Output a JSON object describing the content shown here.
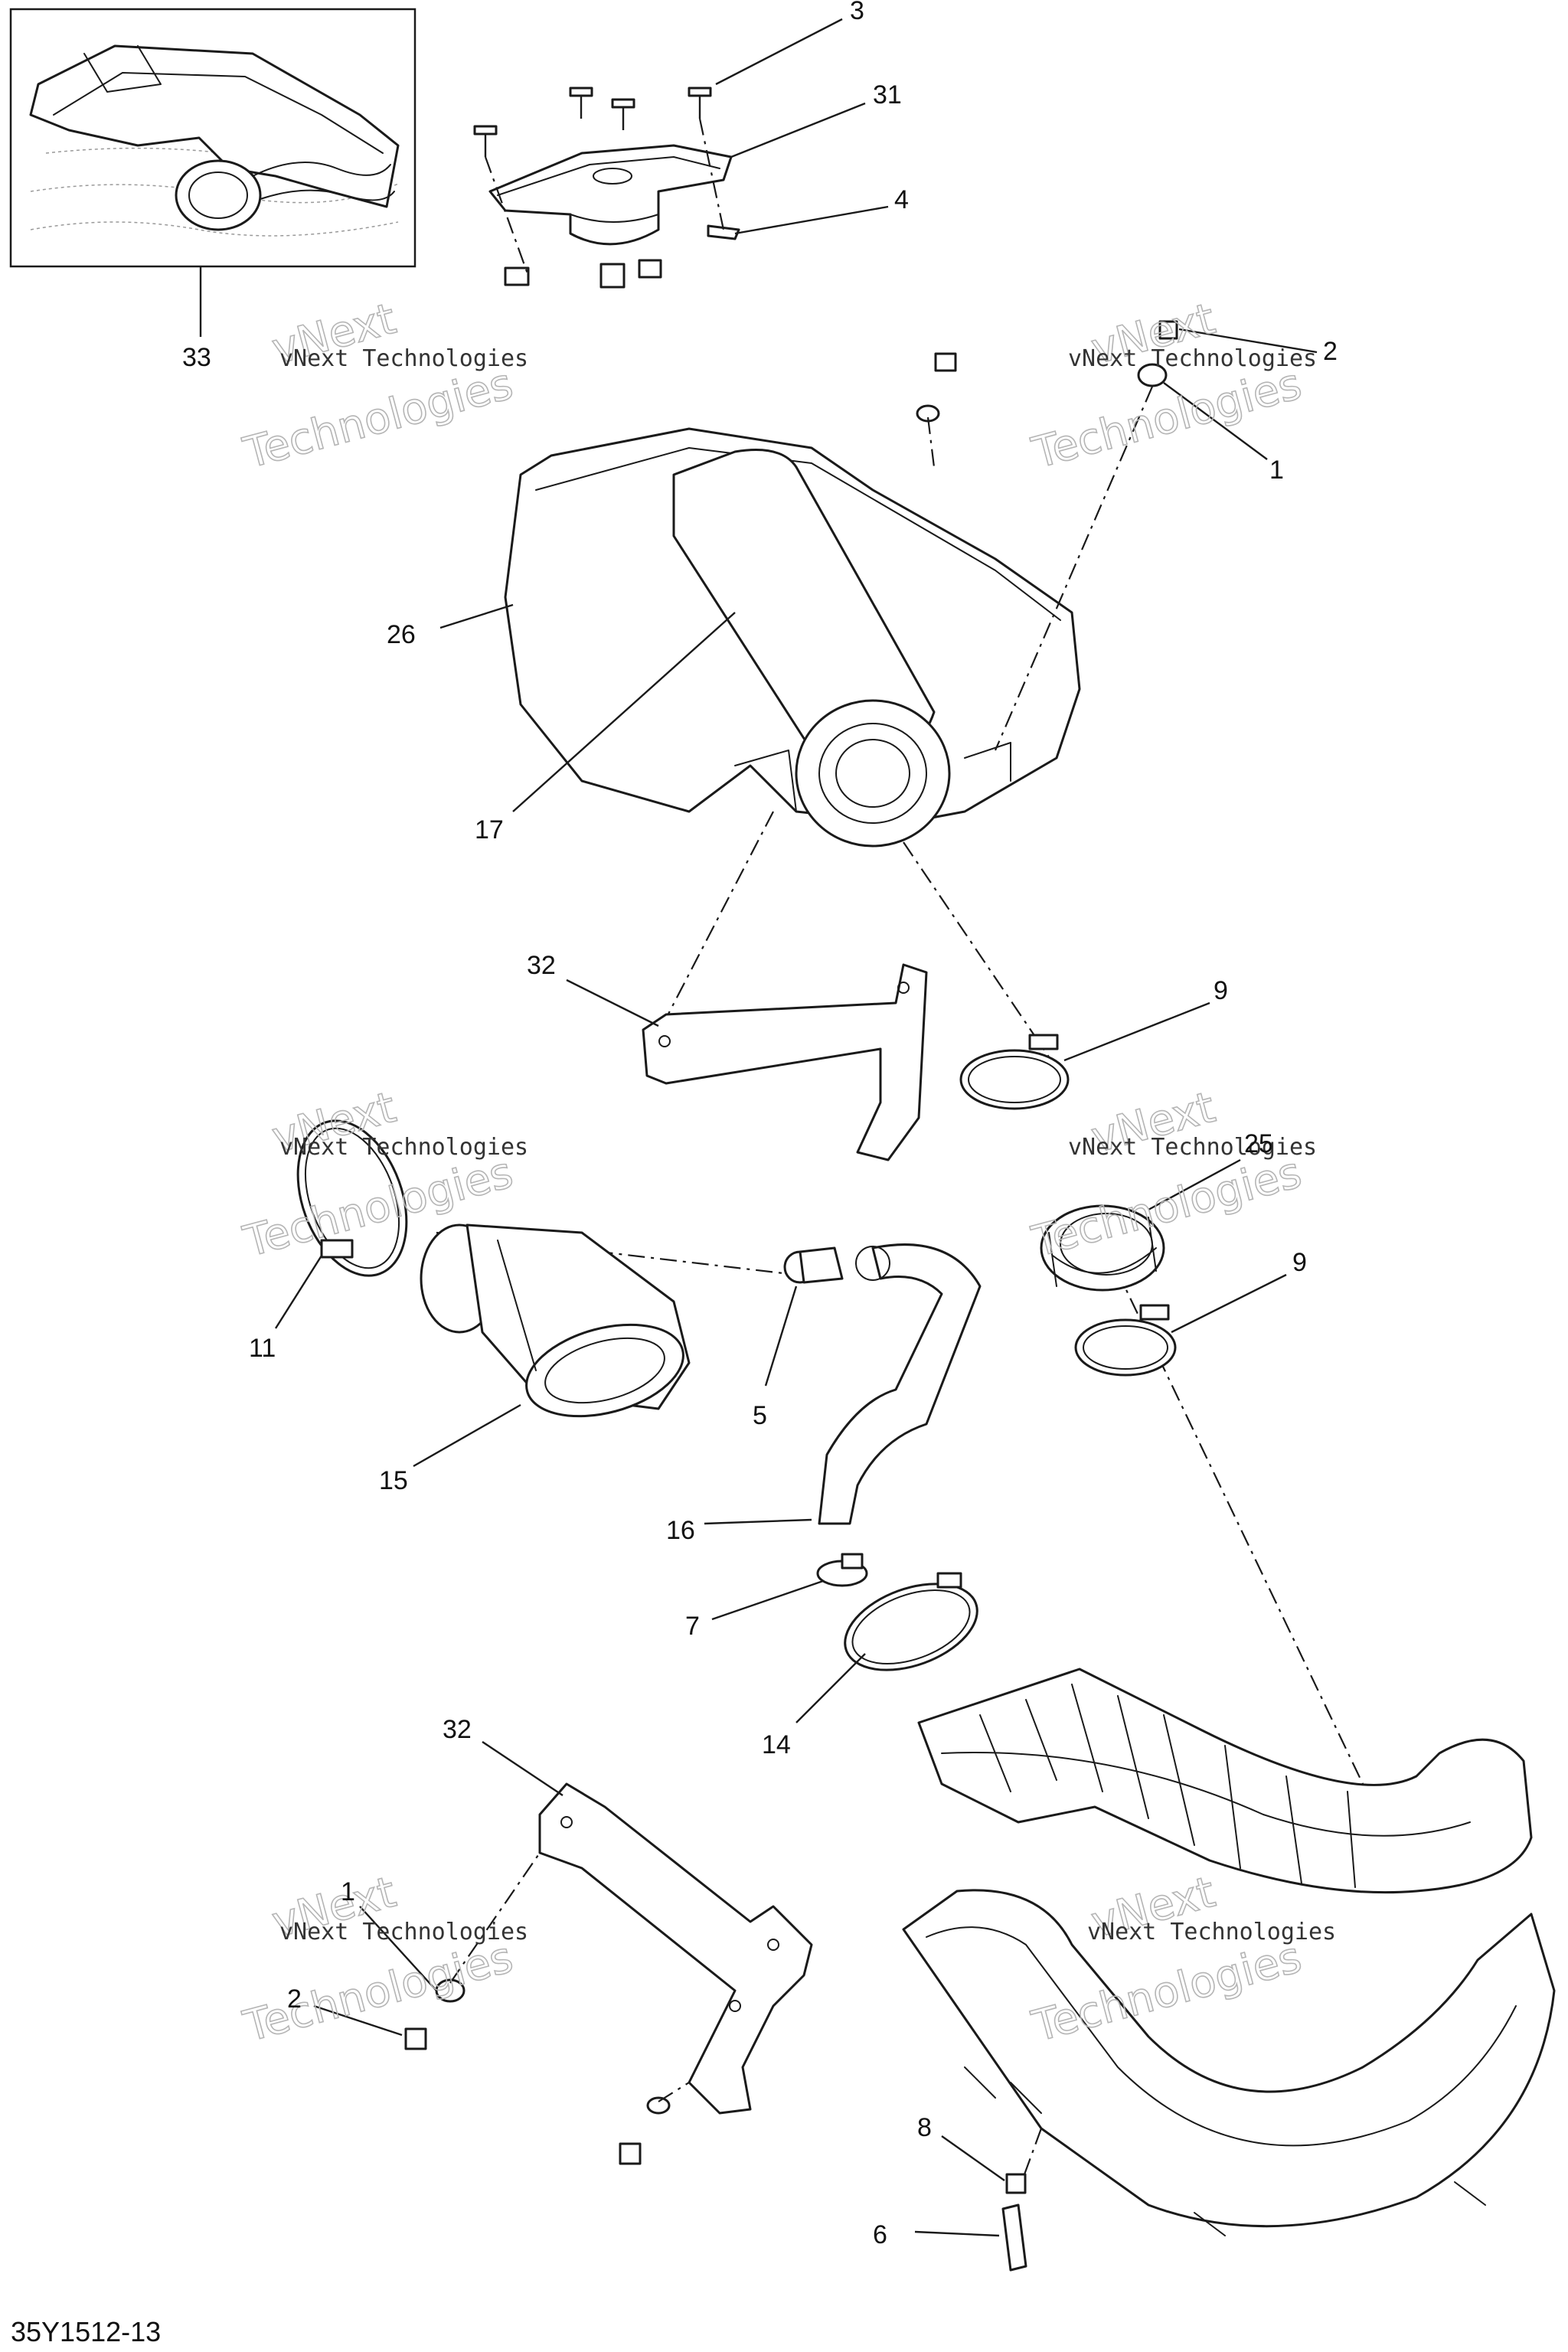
{
  "diagram": {
    "drawing_code": "35Y1512-13",
    "watermark": {
      "line1": "vNext Technologies",
      "outline_a": "vNext",
      "outline_b": "Technologies"
    },
    "callouts": [
      {
        "id": "c3",
        "label": "3"
      },
      {
        "id": "c31",
        "label": "31"
      },
      {
        "id": "c4",
        "label": "4"
      },
      {
        "id": "c33",
        "label": "33"
      },
      {
        "id": "c2a",
        "label": "2"
      },
      {
        "id": "c1a",
        "label": "1"
      },
      {
        "id": "c26",
        "label": "26"
      },
      {
        "id": "c17",
        "label": "17"
      },
      {
        "id": "c32a",
        "label": "32"
      },
      {
        "id": "c9a",
        "label": "9"
      },
      {
        "id": "c25",
        "label": "25"
      },
      {
        "id": "c9b",
        "label": "9"
      },
      {
        "id": "c11",
        "label": "11"
      },
      {
        "id": "c15",
        "label": "15"
      },
      {
        "id": "c5",
        "label": "5"
      },
      {
        "id": "c16",
        "label": "16"
      },
      {
        "id": "c7",
        "label": "7"
      },
      {
        "id": "c14",
        "label": "14"
      },
      {
        "id": "c32b",
        "label": "32"
      },
      {
        "id": "c1b",
        "label": "1"
      },
      {
        "id": "c2b",
        "label": "2"
      },
      {
        "id": "c8",
        "label": "8"
      },
      {
        "id": "c6",
        "label": "6"
      }
    ]
  }
}
